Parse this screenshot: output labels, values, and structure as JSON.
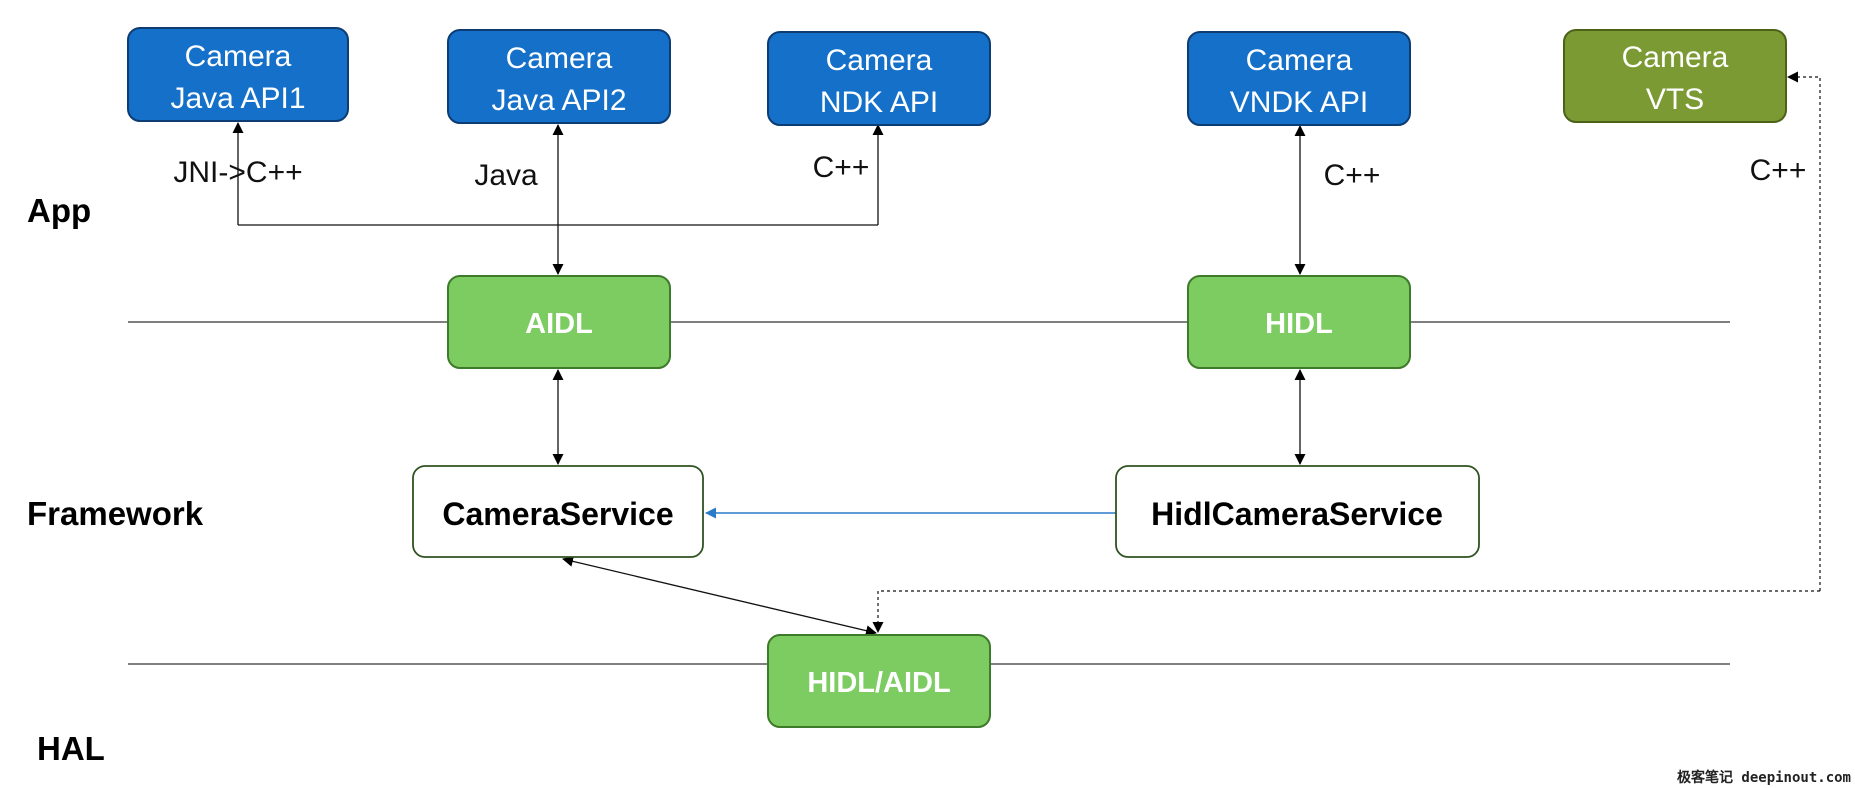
{
  "colors": {
    "api_box": "#1570c9",
    "api_border": "#0d3c73",
    "vts_box": "#7b9a33",
    "vts_border": "#4b6218",
    "interface_box": "#7dcc62",
    "interface_border": "#3d7a2a",
    "service_border": "#2f5320",
    "link_blue": "#2a7bc8"
  },
  "layers": [
    "App",
    "Framework",
    "HAL"
  ],
  "apis": [
    {
      "line1": "Camera",
      "line2": "Java API1"
    },
    {
      "line1": "Camera",
      "line2": "Java API2"
    },
    {
      "line1": "Camera",
      "line2": "NDK API"
    },
    {
      "line1": "Camera",
      "line2": "VNDK API"
    },
    {
      "line1": "Camera",
      "line2": "VTS"
    }
  ],
  "edge_labels": {
    "api1": "JNI->C++",
    "api2": "Java",
    "ndk": "C++",
    "vndk": "C++",
    "vts": "C++"
  },
  "interfaces": {
    "aidl": "AIDL",
    "hidl": "HIDL",
    "hal": "HIDL/AIDL"
  },
  "services": {
    "camera": "CameraService",
    "hidl_camera": "HidlCameraService"
  },
  "footer": "极客笔记 deepinout.com"
}
